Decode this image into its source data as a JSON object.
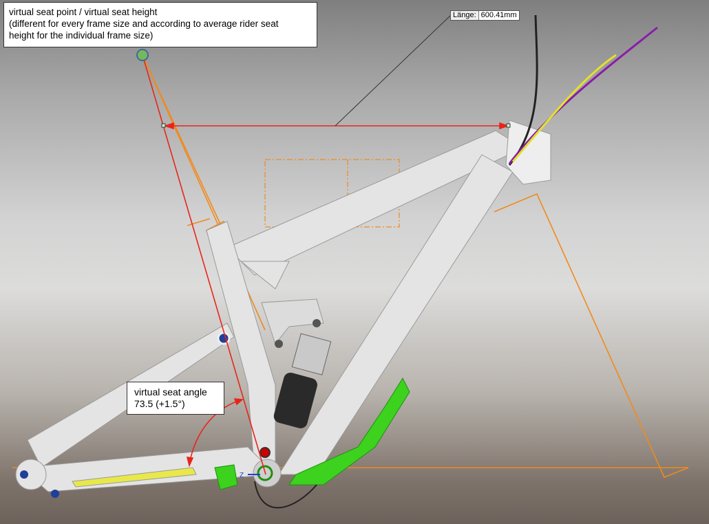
{
  "annotations": {
    "seat_point_title": "virtual seat point / virtual seat height",
    "seat_point_detail_1": "(different for every frame size and according to average rider seat",
    "seat_point_detail_2": "height for the individual frame size)",
    "seat_angle_title": "virtual seat angle",
    "seat_angle_value": "73.5 (+1.5°)"
  },
  "dimension": {
    "label": "Länge:",
    "value": "600.41mm"
  },
  "colors": {
    "sketch_orange": "#f08a1c",
    "dimension_red": "#e8251a",
    "guard_green": "#3cd21e",
    "frame_gray": "#e6e6e6"
  }
}
